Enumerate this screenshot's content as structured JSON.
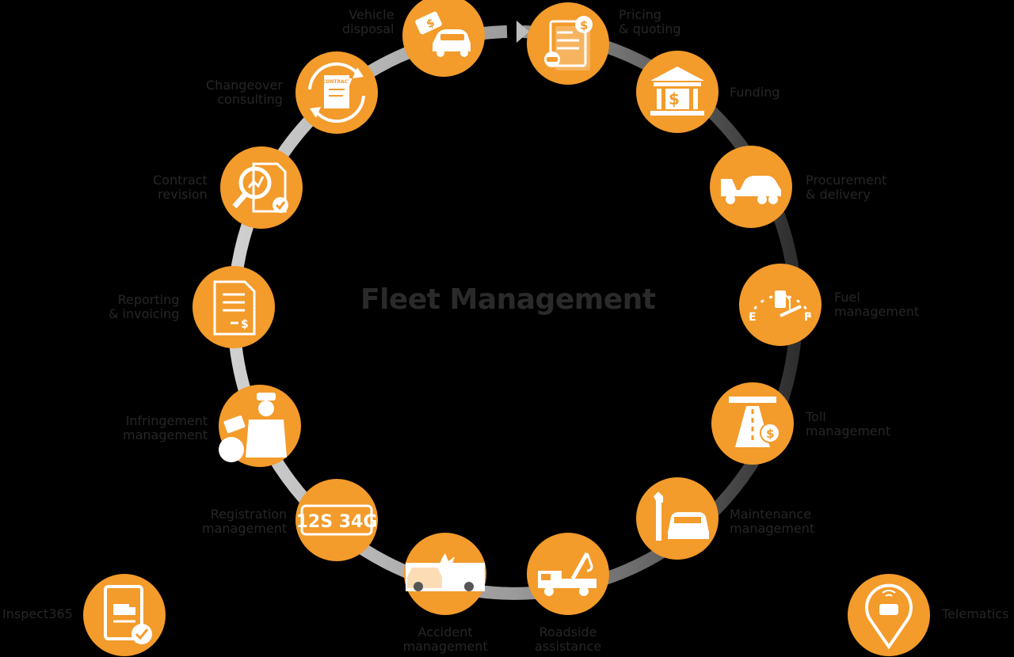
{
  "title": "Fleet Management",
  "colors": {
    "background": "#000000",
    "node": "#F39B2B",
    "icon": "#FFFFFF",
    "text": "#262626",
    "ring_light": "#C8C8C8",
    "ring_dark": "#303030"
  },
  "nodes": [
    {
      "id": "vehicle-disposal",
      "icon": "price-tag-car-icon",
      "lines": [
        "Vehicle",
        "disposal"
      ]
    },
    {
      "id": "pricing-quoting",
      "icon": "price-document-icon",
      "lines": [
        "Pricing",
        "& quoting"
      ]
    },
    {
      "id": "funding",
      "icon": "bank-icon",
      "lines": [
        "Funding"
      ]
    },
    {
      "id": "procurement-delivery",
      "icon": "tow-truck-car-icon",
      "lines": [
        "Procurement",
        "& delivery"
      ]
    },
    {
      "id": "fuel-management",
      "icon": "fuel-gauge-icon",
      "lines": [
        "Fuel",
        "management"
      ]
    },
    {
      "id": "toll-management",
      "icon": "toll-road-icon",
      "lines": [
        "Toll",
        "management"
      ]
    },
    {
      "id": "maintenance-management",
      "icon": "wrench-car-icon",
      "lines": [
        "Maintenance",
        "management"
      ]
    },
    {
      "id": "roadside-assistance",
      "icon": "tow-truck-icon",
      "lines": [
        "Roadside",
        "assistance"
      ]
    },
    {
      "id": "accident-management",
      "icon": "car-crash-icon",
      "lines": [
        "Accident",
        "management"
      ]
    },
    {
      "id": "registration-management",
      "icon": "licence-plate-icon",
      "plate": "12S 34G",
      "lines": [
        "Registration",
        "management"
      ]
    },
    {
      "id": "infringement-management",
      "icon": "police-officer-icon",
      "lines": [
        "Infringement",
        "management"
      ]
    },
    {
      "id": "reporting-invoicing",
      "icon": "invoice-icon",
      "lines": [
        "Reporting",
        "& invoicing"
      ]
    },
    {
      "id": "contract-revision",
      "icon": "magnifier-chart-icon",
      "lines": [
        "Contract",
        "revision"
      ]
    },
    {
      "id": "changeover-consulting",
      "icon": "contract-cycle-icon",
      "contract_text": "CONTRACT",
      "lines": [
        "Changeover",
        "consulting"
      ]
    }
  ],
  "extras": [
    {
      "id": "inspect365",
      "icon": "tablet-check-icon",
      "lines": [
        "Inspect365"
      ]
    },
    {
      "id": "telematics",
      "icon": "location-pin-car-icon",
      "lines": [
        "Telematics"
      ]
    }
  ]
}
